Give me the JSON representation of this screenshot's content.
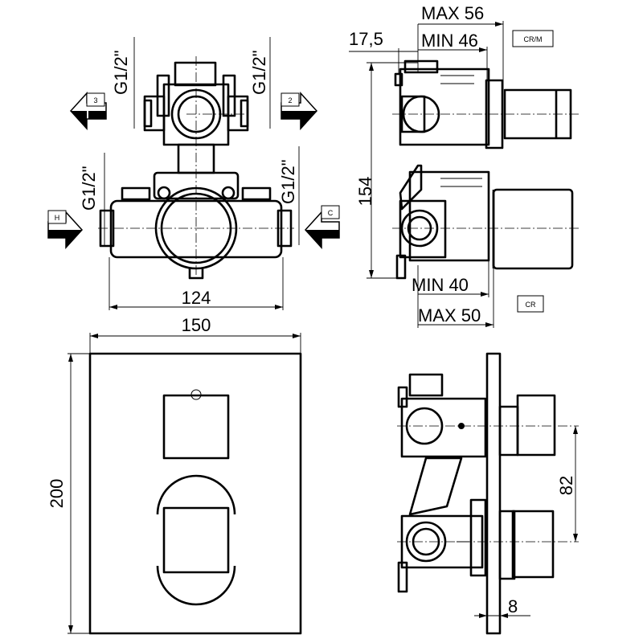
{
  "dimensions": {
    "thread_top_left": "G1/2\"",
    "thread_top_right": "G1/2\"",
    "thread_mid_left": "G1/2\"",
    "thread_mid_right": "G1/2\"",
    "body_width": "124",
    "plate_width": "150",
    "plate_height": "200",
    "offset": "17,5",
    "top_depth_max": "MAX 56",
    "top_depth_min": "MIN 46",
    "side_height": "154",
    "bottom_depth_min": "MIN 40",
    "bottom_depth_max": "MAX 50",
    "axis_spacing": "82",
    "plate_thickness": "8"
  },
  "labels": {
    "port_3": "3",
    "port_2": "2",
    "inlet_hot": "H",
    "inlet_cold": "C",
    "variant_top": "CR/M",
    "variant_bottom": "CR"
  }
}
